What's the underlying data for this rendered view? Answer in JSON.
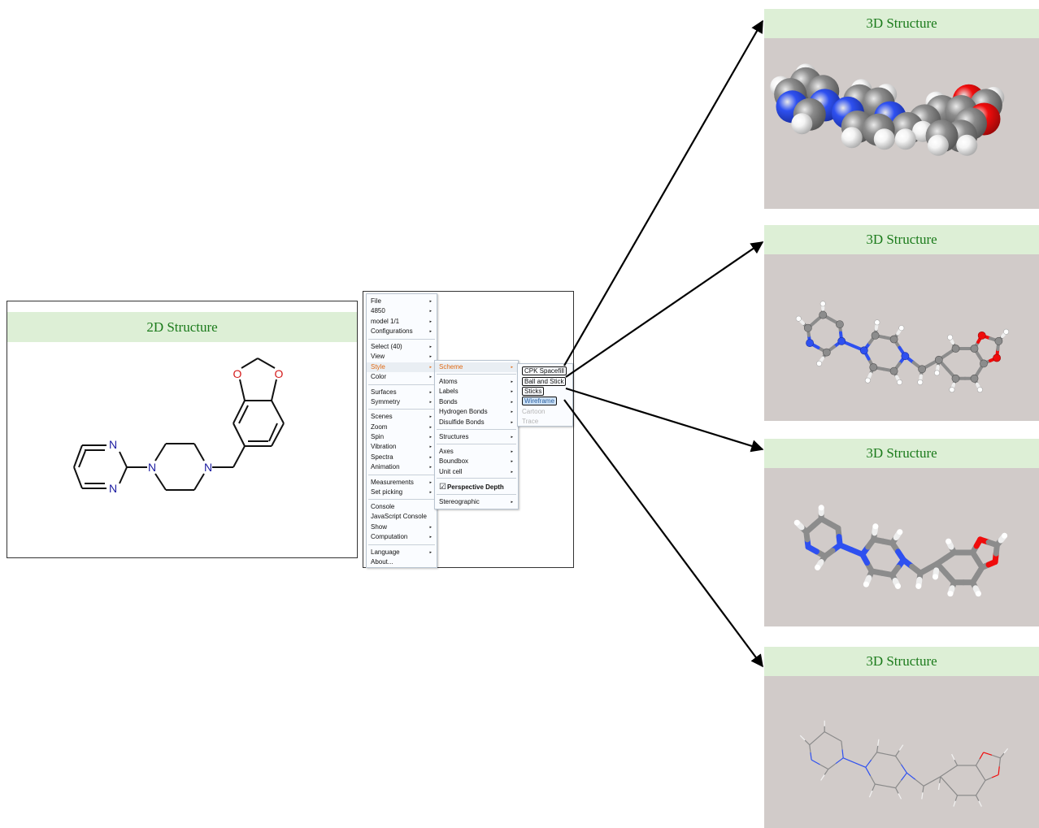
{
  "panel_2d": {
    "title": "2D Structure",
    "atoms": {
      "n1": "N",
      "n2": "N",
      "n3": "N",
      "n4": "N",
      "o1": "O",
      "o2": "O"
    }
  },
  "menu": {
    "main": [
      "File",
      "4850",
      "model 1/1",
      "Configurations",
      "Select (40)",
      "View",
      "Style",
      "Color",
      "Surfaces",
      "Symmetry",
      "Scenes",
      "Zoom",
      "Spin",
      "Vibration",
      "Spectra",
      "Animation",
      "Measurements",
      "Set picking",
      "Console",
      "JavaScript Console",
      "Show",
      "Computation",
      "Language",
      "About..."
    ],
    "style": [
      "Scheme",
      "Atoms",
      "Labels",
      "Bonds",
      "Hydrogen Bonds",
      "Disulfide Bonds",
      "Structures",
      "Axes",
      "Boundbox",
      "Unit cell",
      "Perspective Depth",
      "Stereographic"
    ],
    "scheme": [
      "CPK Spacefill",
      "Ball and Stick",
      "Sticks",
      "Wireframe",
      "Cartoon",
      "Trace"
    ]
  },
  "panels_3d": [
    {
      "title": "3D Structure",
      "style": "spacefill"
    },
    {
      "title": "3D Structure",
      "style": "ball-and-stick"
    },
    {
      "title": "3D Structure",
      "style": "sticks"
    },
    {
      "title": "3D Structure",
      "style": "wireframe"
    }
  ],
  "colors": {
    "panel_header_bg": "#ddefd6",
    "panel_header_text": "#1a7a1a",
    "viewer_bg": "#d1cbc9",
    "carbon": "#8c8c8c",
    "nitrogen": "#2e50f0",
    "oxygen": "#f00c0c",
    "hydrogen": "#ffffff",
    "menu_highlight": "#e06a14"
  }
}
